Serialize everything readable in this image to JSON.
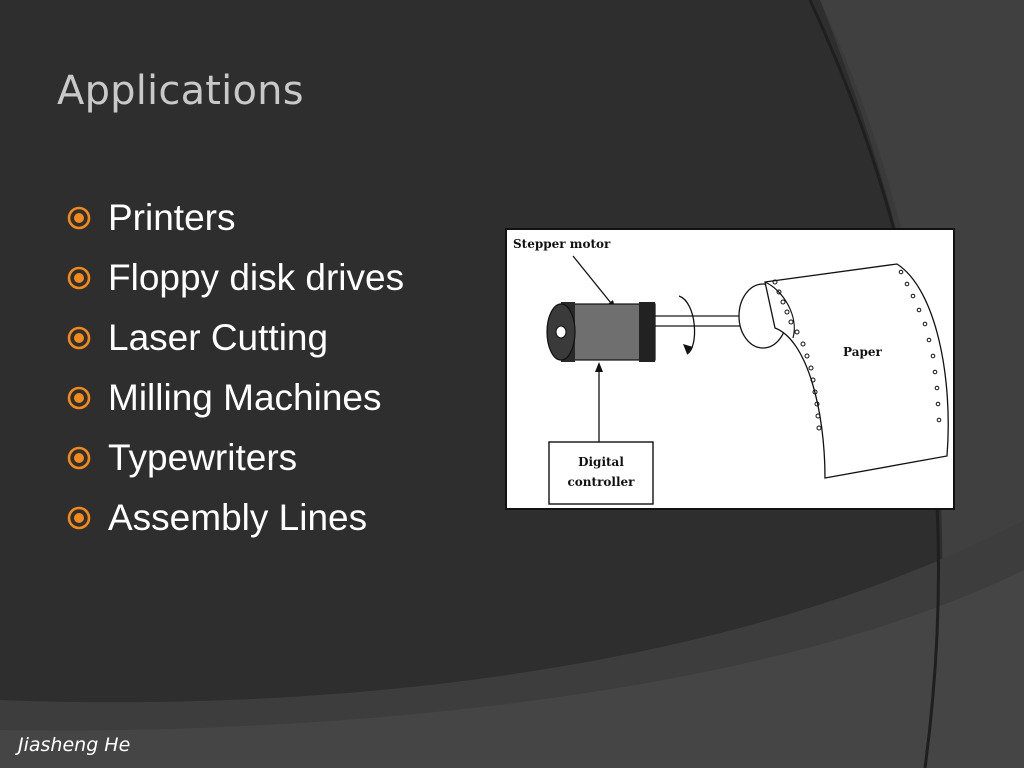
{
  "slide": {
    "title": "Applications",
    "bullets": [
      "Printers",
      "Floppy disk drives",
      "Laser Cutting",
      "Milling Machines",
      "Typewriters",
      "Assembly Lines"
    ],
    "footer": "Jiasheng He"
  },
  "figure": {
    "motor_label": "Stepper motor",
    "paper_label": "Paper",
    "controller_line1": "Digital",
    "controller_line2": "controller"
  },
  "colors": {
    "background": "#2e2e2e",
    "title": "#c9c9c9",
    "bullet_accent": "#f08a1d",
    "text": "#ffffff"
  },
  "icons": {
    "bullet": "circled-dot-icon"
  }
}
